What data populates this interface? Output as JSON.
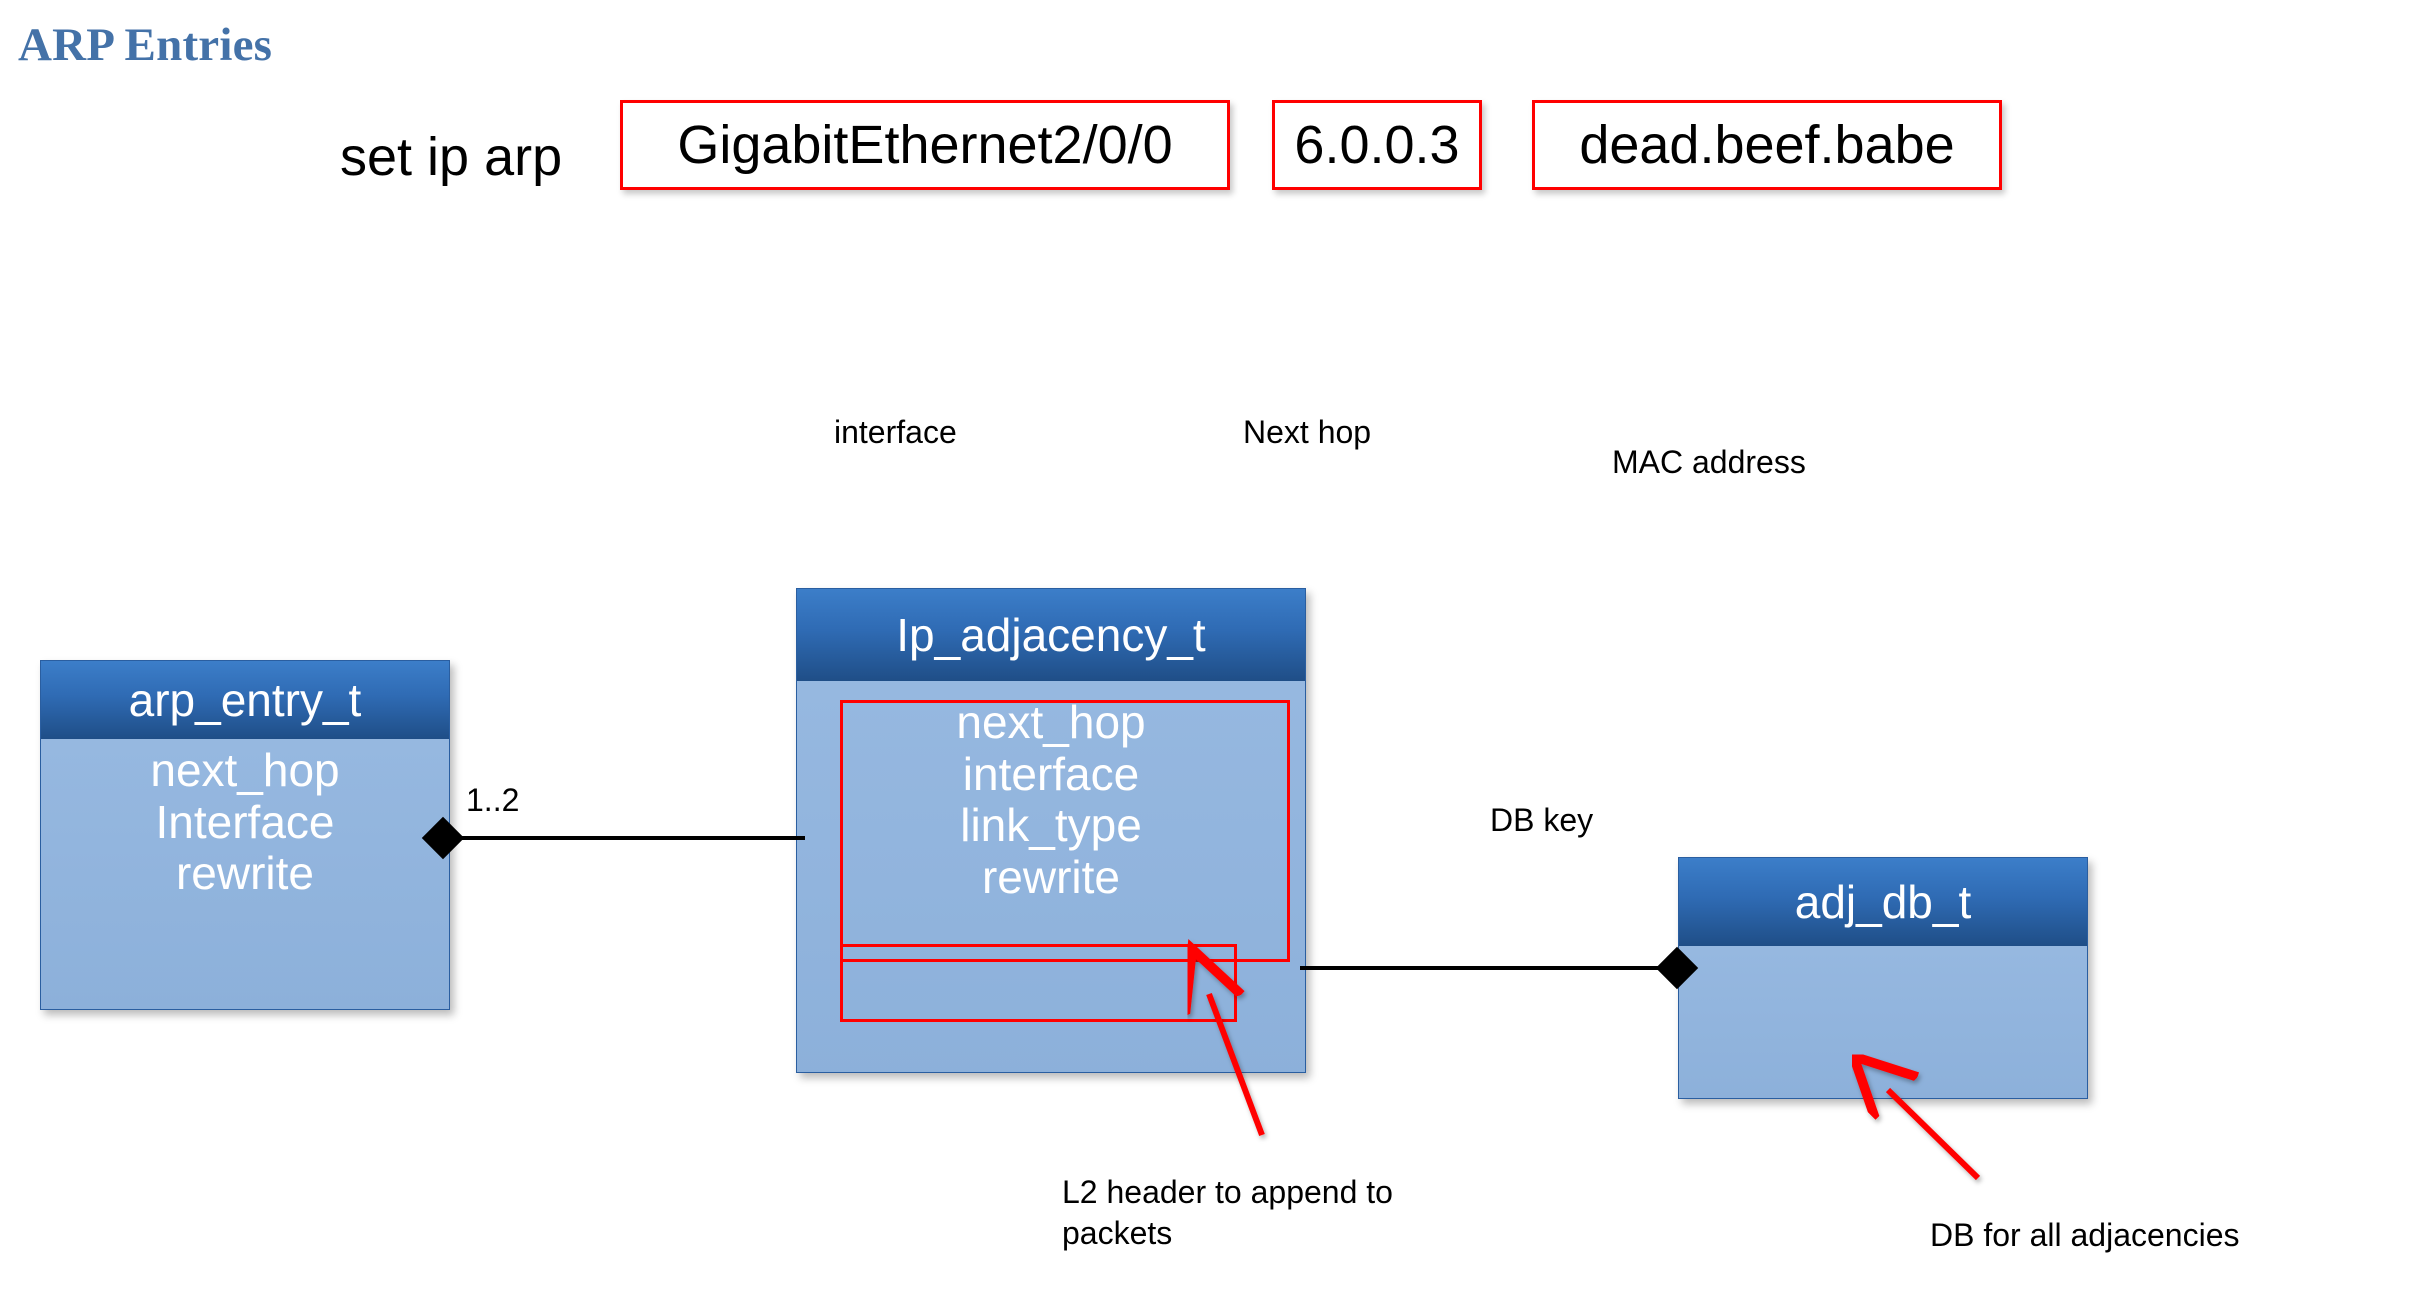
{
  "slide": {
    "title": "ARP Entries",
    "title_color": "#4472A8",
    "background": "#ffffff"
  },
  "command": {
    "prefix": "set ip arp",
    "fields": [
      {
        "value": "GigabitEthernet2/0/0",
        "callout": "interface"
      },
      {
        "value": "6.0.0.3",
        "callout": "Next hop"
      },
      {
        "value": "dead.beef.babe",
        "callout": "MAC address"
      }
    ],
    "box_border_color": "#FF0000"
  },
  "classes": [
    {
      "name": "arp_entry_t",
      "attributes": [
        "next_hop",
        "Interface",
        "rewrite"
      ]
    },
    {
      "name": "Ip_adjacency_t",
      "attributes": [
        "next_hop",
        "interface",
        "link_type",
        "rewrite"
      ]
    },
    {
      "name": "adj_db_t",
      "attributes": []
    }
  ],
  "relations": [
    {
      "from": "arp_entry_t",
      "to": "Ip_adjacency_t",
      "multiplicity": "1..2"
    },
    {
      "from": "Ip_adjacency_t",
      "to": "adj_db_t",
      "multiplicity": ""
    }
  ],
  "annotations": [
    {
      "id": "db-key",
      "text": "DB key"
    },
    {
      "id": "rewrite-note",
      "text": "L2 header to append to packets"
    },
    {
      "id": "adj-db-note",
      "text": "DB for all adjacencies"
    }
  ],
  "colors": {
    "header_top": "#3C7EC9",
    "header_bottom": "#1F4E87",
    "body_fill": "#8FB3DC",
    "accent_red": "#FF0000",
    "connector": "#000000"
  }
}
